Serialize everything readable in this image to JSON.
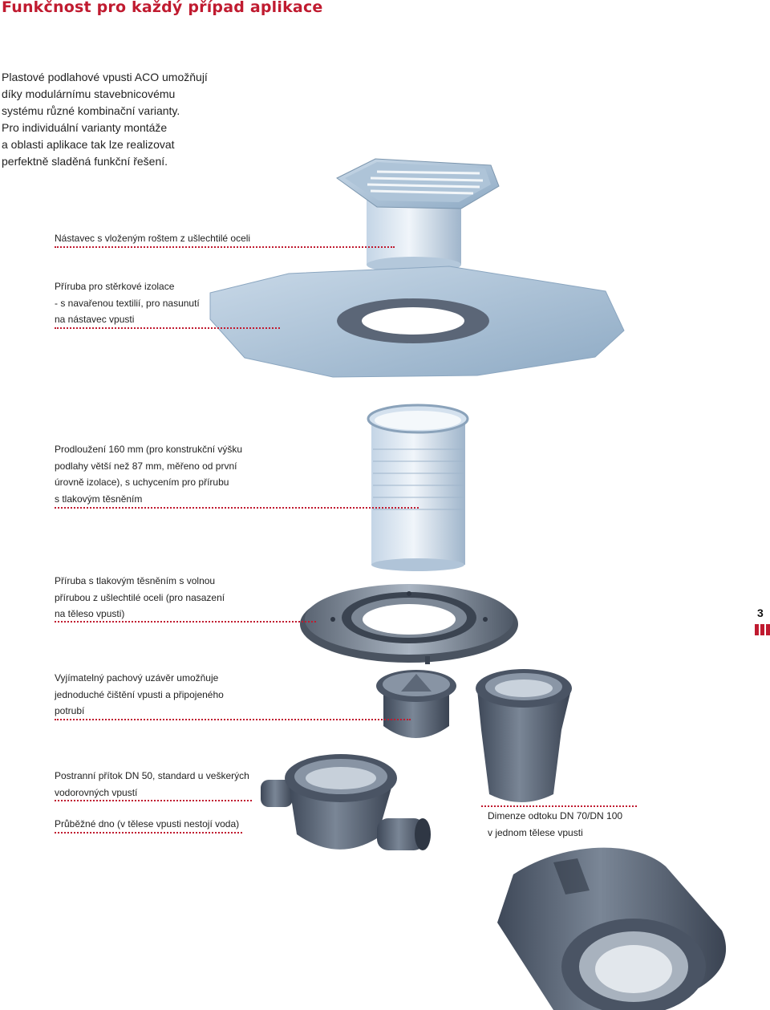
{
  "title": "Funkčnost pro každý případ aplikace",
  "intro": [
    "Plastové podlahové vpusti ACO umožňují",
    "díky modulárnímu stavebnicovému",
    "systému různé kombinační varianty.",
    "Pro individuální varianty montáže",
    "a oblasti aplikace tak lze realizovat",
    "perfektně sladěná funkční řešení."
  ],
  "labels": {
    "nastavec": [
      "Nástavec s vloženým roštem z ušlechtilé oceli"
    ],
    "priruba_sterkove": [
      "Příruba pro stěrkové izolace",
      "- s navařenou textilií, pro nasunutí",
      "na nástavec vpusti"
    ],
    "prodlouzeni": [
      "Prodloužení 160 mm (pro konstrukční výšku",
      "podlahy větší než 87 mm, měřeno od první",
      "úrovně izolace), s uchycením pro přírubu",
      "s tlakovým těsněním"
    ],
    "priruba_tlakova": [
      "Příruba s tlakovým těsněním s volnou",
      "přírubou z ušlechtilé oceli (pro nasazení",
      "na těleso vpusti)"
    ],
    "uzaver": [
      "Vyjímatelný pachový uzávěr umožňuje",
      "jednoduché čištění vpusti a připojeného",
      "potrubí"
    ],
    "pritok": [
      "Postranní přítok DN 50, standard u veškerých",
      "vodorovných vpustí"
    ],
    "dno": [
      "Průběžné dno (v tělese vpusti nestojí voda)"
    ],
    "dimenze": [
      "Dimenze odtoku DN 70/DN 100",
      "v jednom tělese vpusti"
    ]
  },
  "page_number": "3",
  "colors": {
    "accent": "#c01b30",
    "pvc": "#5b6677",
    "steel": "#a7c1d7"
  }
}
